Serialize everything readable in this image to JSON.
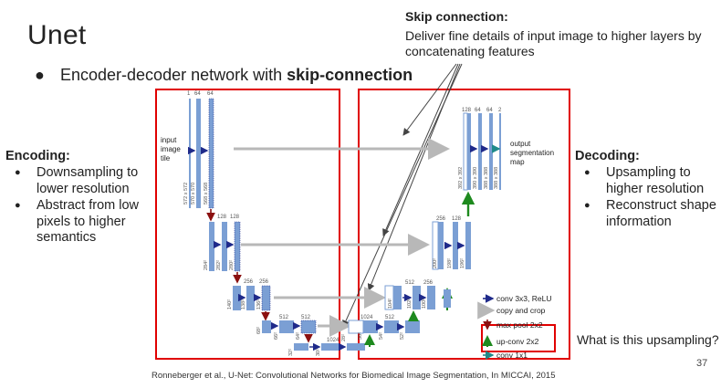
{
  "slide": {
    "title": "Unet",
    "main_bullet": {
      "prefix": "Encoder-decoder network with ",
      "emphasis": "skip-connection"
    },
    "skip_connection": {
      "title": "Skip connection:",
      "description": "Deliver fine details of input image to higher layers by concatenating features"
    },
    "encoding": {
      "title": "Encoding:",
      "items": [
        "Downsampling to lower resolution",
        "Abstract from low pixels to higher semantics"
      ]
    },
    "decoding": {
      "title": "Decoding:",
      "items": [
        "Upsampling to higher resolution",
        "Reconstruct shape information"
      ]
    },
    "question": "What is this upsampling?",
    "page_number": "37",
    "citation": "Ronneberger et al., U-Net: Convolutional Networks for Biomedical Image Segmentation, In MICCAI, 2015"
  },
  "diagram": {
    "input_label": [
      "input",
      "image",
      "tile"
    ],
    "output_label": [
      "output",
      "segmentation",
      "map"
    ],
    "channels": {
      "level1_enc": [
        "1",
        "64",
        "64"
      ],
      "level2_enc": [
        "128",
        "128"
      ],
      "level3_enc": [
        "256",
        "256"
      ],
      "level4_enc": [
        "512",
        "512"
      ],
      "bottom": [
        "1024"
      ],
      "level4_dec": [
        "1024",
        "512"
      ],
      "level3_dec": [
        "512",
        "256"
      ],
      "level2_dec": [
        "256",
        "128"
      ],
      "level1_dec": [
        "128",
        "64",
        "64",
        "2"
      ]
    },
    "sizes": {
      "level1_enc": [
        "572 x 572",
        "570 x 570",
        "568 x 568"
      ],
      "level1_dec": [
        "392 x 392",
        "390 x 390",
        "388 x 388",
        "388 x 388"
      ],
      "level2_enc": [
        "284²",
        "282²",
        "280²"
      ],
      "level2_dec": [
        "200²",
        "198²",
        "196²"
      ],
      "level3_enc": [
        "140²",
        "138²",
        "136²"
      ],
      "level3_dec": [
        "104²",
        "102²",
        "100²"
      ],
      "level4_enc": [
        "68²",
        "66²",
        "64²"
      ],
      "level4_dec": [
        "56²",
        "54²",
        "52²"
      ],
      "bottom": [
        "32²",
        "30²",
        "28²"
      ]
    },
    "legend": [
      "conv 3x3, ReLU",
      "copy and crop",
      "max pool 2x2",
      "up-conv 2x2",
      "conv 1x1"
    ],
    "colors": {
      "feature_map": "#7b9fd4",
      "conv_arrow": "#1f2a8a",
      "copy_arrow": "#b8b8b8",
      "pool_arrow": "#8b1010",
      "upconv_arrow": "#1e8a1e",
      "conv1x1_arrow": "#1f8a8a",
      "highlight_box": "#e00000",
      "pointer_arrow": "#444444"
    }
  }
}
